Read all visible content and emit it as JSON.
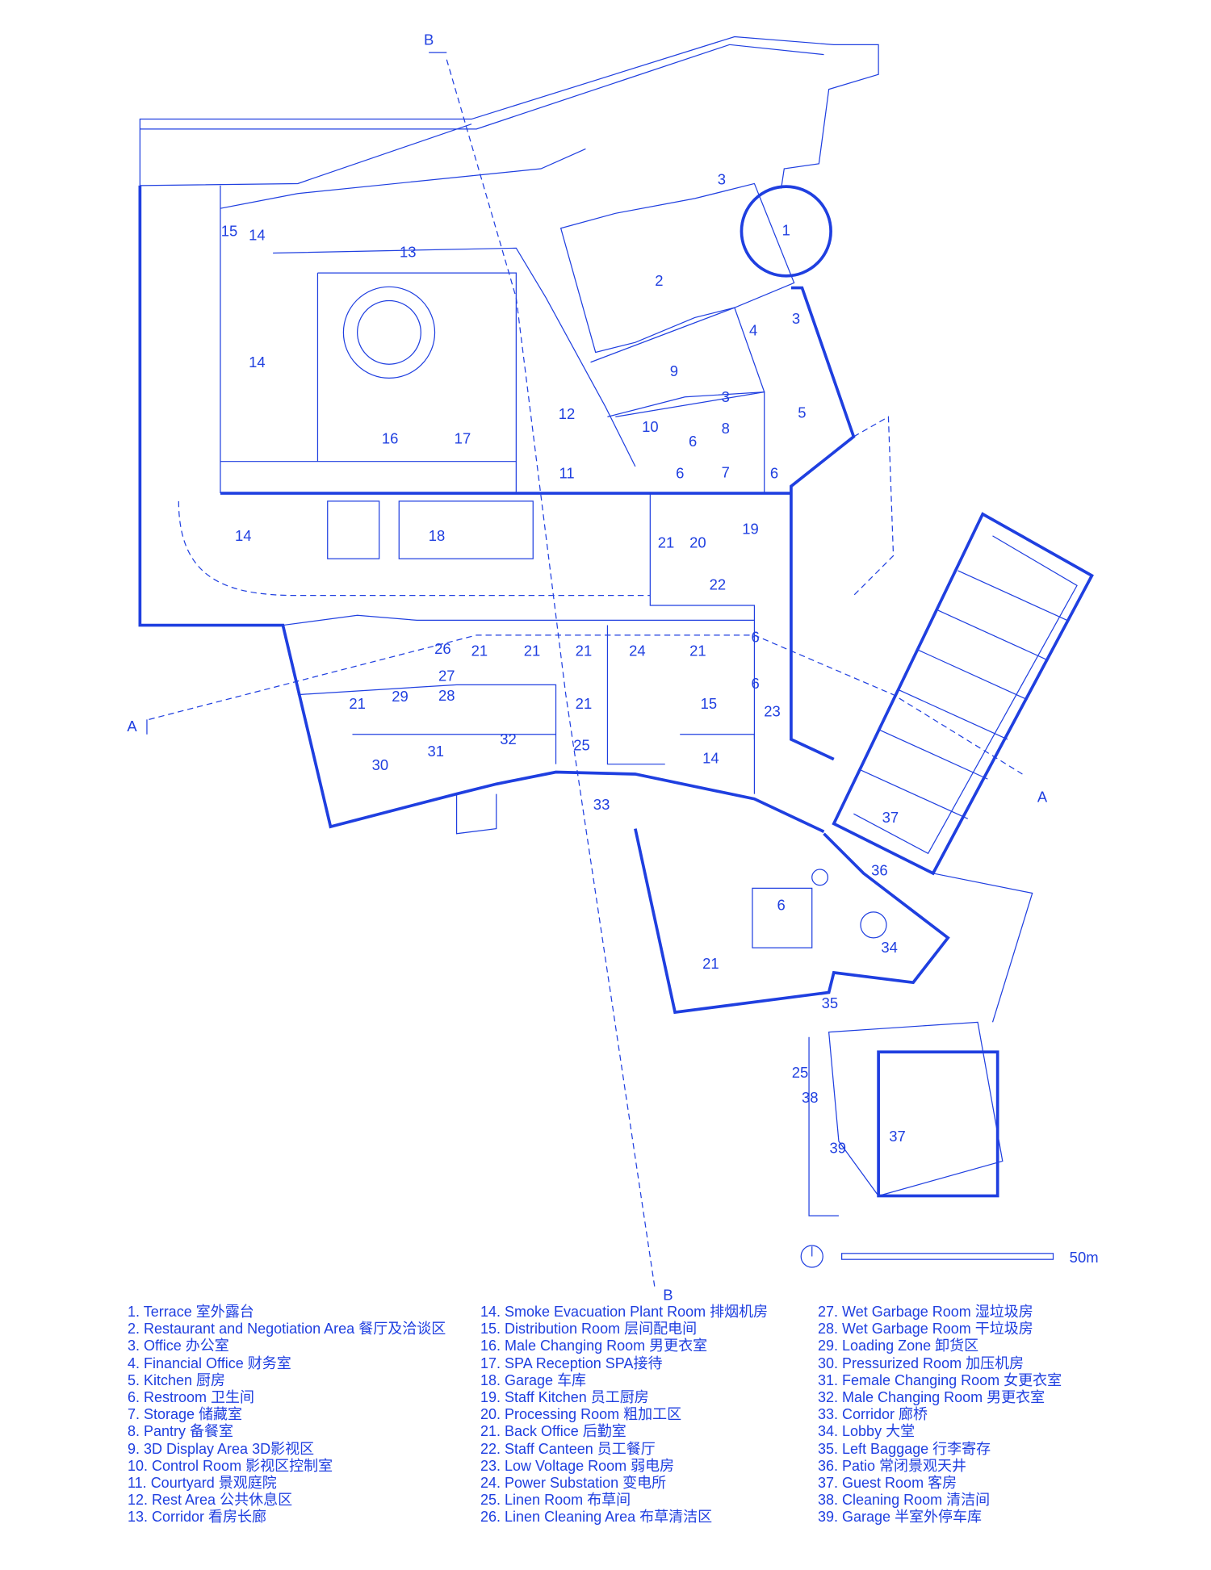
{
  "plan": {
    "room_labels": [
      "1",
      "2",
      "3",
      "3",
      "4",
      "9",
      "5",
      "3",
      "8",
      "10",
      "6",
      "7",
      "6",
      "6",
      "12",
      "11",
      "13",
      "15",
      "14",
      "14",
      "16",
      "17",
      "14",
      "18",
      "19",
      "21",
      "20",
      "22",
      "6",
      "6",
      "26",
      "21",
      "21",
      "21",
      "24",
      "21",
      "27",
      "28",
      "29",
      "21",
      "21",
      "15",
      "23",
      "32",
      "25",
      "31",
      "30",
      "14",
      "33",
      "37",
      "36",
      "6",
      "34",
      "21",
      "35",
      "25",
      "38",
      "37",
      "39"
    ],
    "section_marks": [
      "A",
      "A",
      "B",
      "B"
    ],
    "scale_label": "50m",
    "color": "#1f3fe0"
  },
  "legend": {
    "col1": [
      "1. Terrace  室外露台",
      "2. Restaurant and Negotiation Area  餐厅及洽谈区",
      "3. Office  办公室",
      "4. Financial Office  财务室",
      "5. Kitchen  厨房",
      "6. Restroom  卫生间",
      "7. Storage  储藏室",
      "8. Pantry  备餐室",
      "9. 3D Display Area  3D影视区",
      "10. Control Room  影视区控制室",
      "11. Courtyard  景观庭院",
      "12. Rest Area  公共休息区",
      "13. Corridor  看房长廊"
    ],
    "col2": [
      "14. Smoke Evacuation Plant Room  排烟机房",
      "15. Distribution Room  层间配电间",
      "16. Male Changing Room  男更衣室",
      "17. SPA Reception  SPA接待",
      "18. Garage  车库",
      "19. Staff Kitchen  员工厨房",
      "20. Processing Room  粗加工区",
      "21. Back Office  后勤室",
      "22. Staff Canteen  员工餐厅",
      "23. Low Voltage Room  弱电房",
      "24. Power Substation  变电所",
      "25. Linen Room  布草间",
      "26. Linen Cleaning Area  布草清洁区"
    ],
    "col3": [
      "27. Wet Garbage Room  湿垃圾房",
      "28. Wet Garbage Room  干垃圾房",
      "29. Loading Zone  卸货区",
      "30. Pressurized Room  加压机房",
      "31. Female Changing Room  女更衣室",
      "32. Male Changing Room  男更衣室",
      "33. Corridor  廊桥",
      "34. Lobby  大堂",
      "35. Left Baggage  行李寄存",
      "36. Patio  常闭景观天井",
      "37. Guest Room  客房",
      "38. Cleaning Room  清洁间",
      "39. Garage  半室外停车库"
    ]
  }
}
